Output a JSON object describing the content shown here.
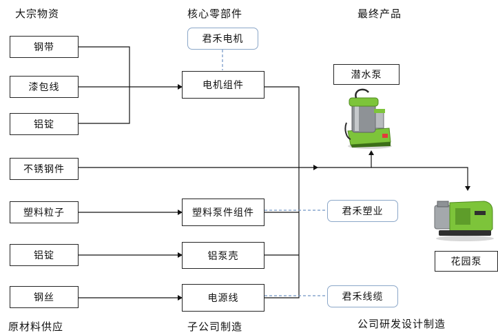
{
  "headers": {
    "raw_materials": "大宗物资",
    "core_parts": "核心零部件",
    "final_products": "最终产品",
    "supply": "原材料供应",
    "subsidiary": "子公司制造",
    "design": "公司研发设计制造"
  },
  "raw_inputs": [
    "钢带",
    "漆包线",
    "铝锭",
    "不锈钢件",
    "塑料粒子",
    "铝锭",
    "钢丝"
  ],
  "components": [
    "电机组件",
    "塑料泵件组件",
    "铝泵壳",
    "电源线"
  ],
  "subsidiaries": [
    "君禾电机",
    "君禾塑业",
    "君禾线缆"
  ],
  "products": [
    "潜水泵",
    "花园泵"
  ],
  "colors": {
    "line": "#111111",
    "dashed": "#6f93c4",
    "pump_green": "#7dc43a",
    "pump_gray": "#8e9296"
  },
  "icons": [
    "submersible-pump-image",
    "garden-pump-image"
  ]
}
